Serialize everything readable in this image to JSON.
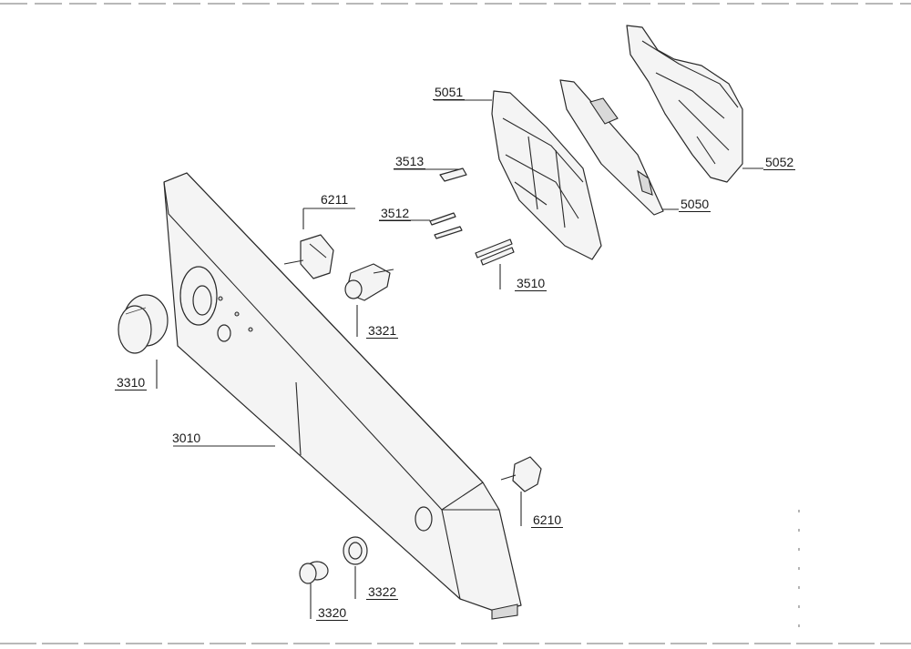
{
  "parts": [
    {
      "id": "p3010",
      "number": "3010"
    },
    {
      "id": "p3310",
      "number": "3310"
    },
    {
      "id": "p3320",
      "number": "3320"
    },
    {
      "id": "p3321",
      "number": "3321"
    },
    {
      "id": "p3322",
      "number": "3322"
    },
    {
      "id": "p3510",
      "number": "3510"
    },
    {
      "id": "p3512",
      "number": "3512"
    },
    {
      "id": "p3513",
      "number": "3513"
    },
    {
      "id": "p5050",
      "number": "5050"
    },
    {
      "id": "p5051",
      "number": "5051"
    },
    {
      "id": "p5052",
      "number": "5052"
    },
    {
      "id": "p6210",
      "number": "6210"
    },
    {
      "id": "p6211",
      "number": "6211"
    }
  ]
}
